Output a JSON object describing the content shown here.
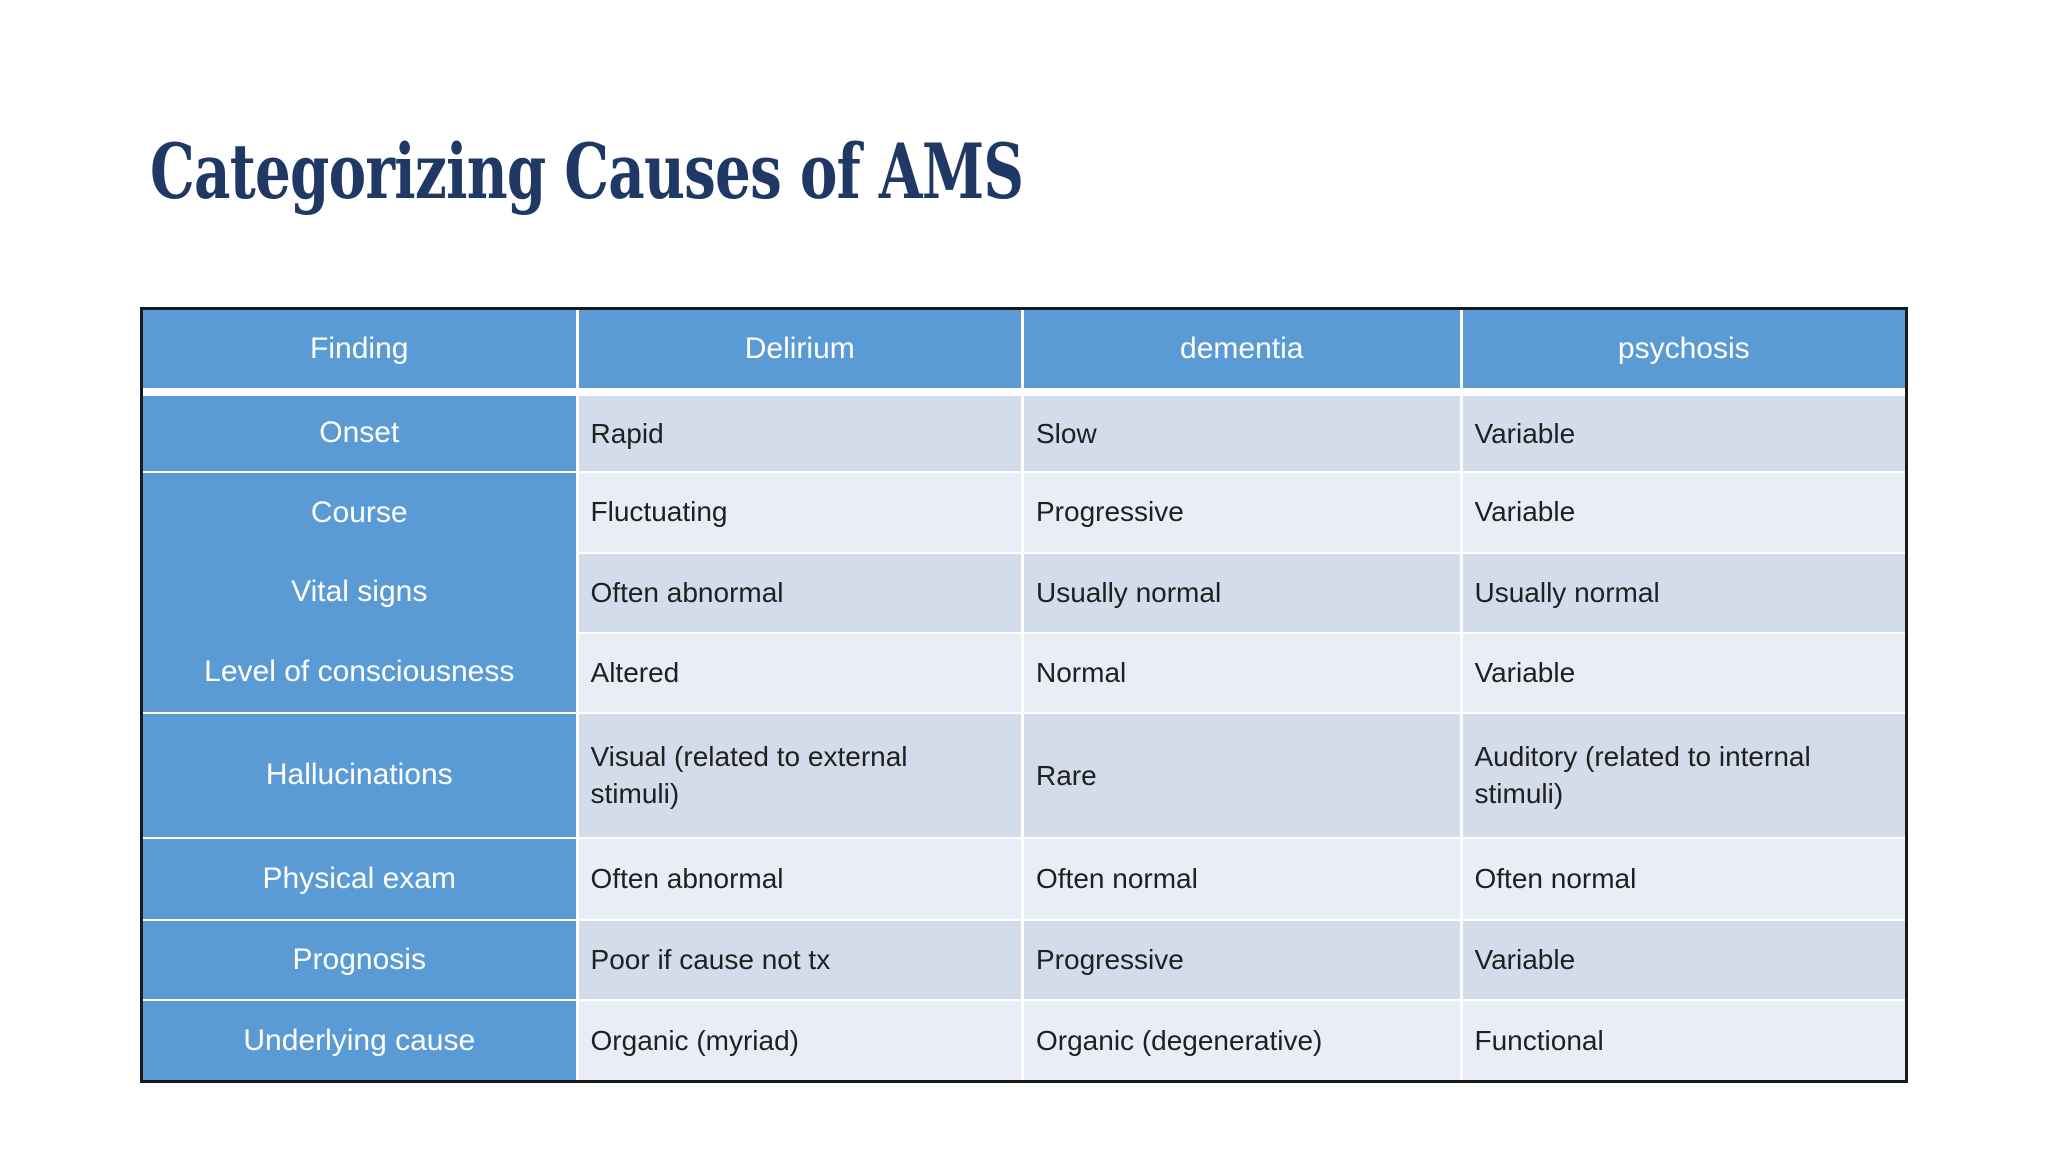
{
  "slide": {
    "title": "Categorizing Causes of AMS"
  },
  "table": {
    "headers": [
      "Finding",
      "Delirium",
      "dementia",
      "psychosis"
    ],
    "row_labels": [
      "Onset",
      "Course",
      "Vital signs",
      "Level of consciousness",
      "Hallucinations",
      "Physical exam",
      "Prognosis",
      "Underlying cause"
    ],
    "data_rows": [
      [
        "Rapid",
        "Slow",
        "Variable"
      ],
      [
        "Fluctuating",
        "Progressive",
        "Variable"
      ],
      [
        "Often abnormal",
        "Usually normal",
        "Usually normal"
      ],
      [
        "Altered",
        "Normal",
        "Variable"
      ],
      [
        "Visual (related to external stimuli)",
        "Rare",
        "Auditory (related to internal stimuli)"
      ],
      [
        "Often abnormal",
        "Often normal",
        "Often normal"
      ],
      [
        "Poor if cause not tx",
        "Progressive",
        "Variable"
      ],
      [
        "Organic (myriad)",
        "Organic (degenerative)",
        "Functional"
      ]
    ]
  },
  "colors": {
    "header_blue": "#5B9BD5",
    "row_dark": "#D2DCEB",
    "row_light": "#E9EEF6",
    "title_navy": "#1F3864",
    "outer_border": "#1A1A1A",
    "body_text": "#202020",
    "header_text": "#FFFFFF"
  }
}
